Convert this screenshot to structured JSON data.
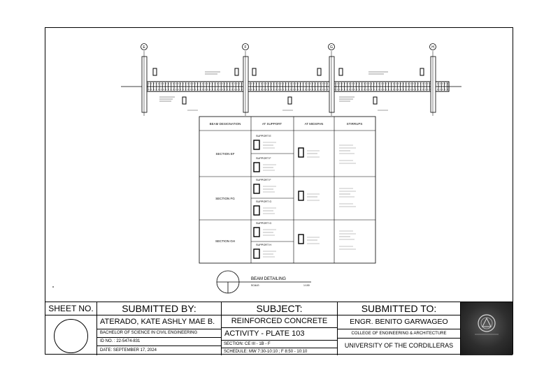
{
  "drawing": {
    "title": "BEAM DETAILING",
    "scale_label": "SCALE:",
    "scale_value": "1:100",
    "grid_markers": [
      "E",
      "F",
      "G",
      "H"
    ],
    "table": {
      "headers": [
        "BEAM DESIGNATION",
        "AT SUPPORT",
        "AT MIDSPAN",
        "STIRRUPS"
      ],
      "rows": [
        {
          "designation": "SECTION EF",
          "supports": [
            "SUPPORT E",
            "SUPPORT F"
          ]
        },
        {
          "designation": "SECTION FG",
          "supports": [
            "SUPPORT F",
            "SUPPORT G"
          ]
        },
        {
          "designation": "SECTION GH",
          "supports": [
            "SUPPORT G",
            "SUPPORT H"
          ]
        }
      ]
    }
  },
  "title_block": {
    "sheet_no_label": "SHEET NO.",
    "submitted_by_label": "SUBMITTED BY:",
    "student_name": "ATERADO, KATE ASHLY MAE B.",
    "degree": "BACHELOR OF SCIENCE IN CIVIL ENGINEERING",
    "id_no": "ID NO. : 22-5474-831",
    "date": "DATE: SEPTEMBER 17, 2024",
    "subject_label": "SUBJECT:",
    "subject_line1": "REINFORCED CONCRETE",
    "subject_line2": "ACTIVITY - PLATE 103",
    "section": "SECTION: CE III - 1B - F",
    "schedule": "SCHEDULE: MW 7:30-10:10 ; F 8:50 - 10:10",
    "submitted_to_label": "SUBMITTED TO:",
    "instructor": "ENGR. BENITO GARWAGEO",
    "college": "COLLEGE OF ENGINEERING & ARCHITECTURE",
    "university": "UNIVERSITY OF THE CORDILLERAS"
  }
}
